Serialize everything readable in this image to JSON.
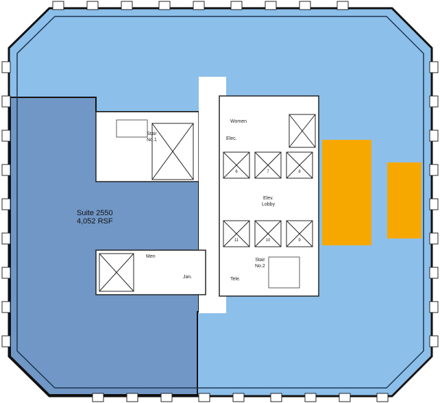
{
  "suite": {
    "name": "Suite 2550",
    "area": "4,052 RSF"
  },
  "labels": {
    "stair1": "Stair",
    "stair1_no": "No.1",
    "women": "Women",
    "elec": "Elec.",
    "elev_lobby_1": "Elev.",
    "elev_lobby_2": "Lobby",
    "men": "Men",
    "jan": "Jan.",
    "tele": "Tele.",
    "stair2": "Stair",
    "stair2_no": "No.2"
  },
  "elevators": [
    "6",
    "7",
    "8",
    "11",
    "10",
    "9"
  ],
  "colors": {
    "floor": "#8cbfe9",
    "suite": "#7097c6",
    "highlight": "#f7a800",
    "core": "#ffffff",
    "wall": "#1a2a3a"
  }
}
